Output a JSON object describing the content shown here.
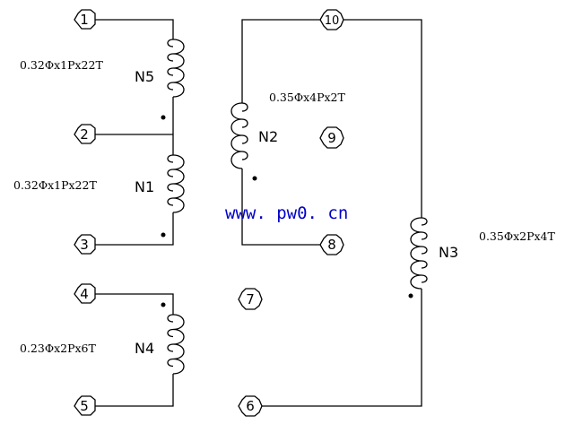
{
  "pins": {
    "p1": "1",
    "p2": "2",
    "p3": "3",
    "p4": "4",
    "p5": "5",
    "p6": "6",
    "p7": "7",
    "p8": "8",
    "p9": "9",
    "p10": "10"
  },
  "windings": {
    "n5": {
      "name": "N5",
      "spec": "0.32Φx1Px22T"
    },
    "n1": {
      "name": "N1",
      "spec": "0.32Φx1Px22T"
    },
    "n4": {
      "name": "N4",
      "spec": "0.23Φx2Px6T"
    },
    "n2": {
      "name": "N2",
      "spec": "0.35Φx4Px2T"
    },
    "n3": {
      "name": "N3",
      "spec": "0.35Φx2Px4T"
    }
  },
  "watermark": "www. pw0. cn"
}
